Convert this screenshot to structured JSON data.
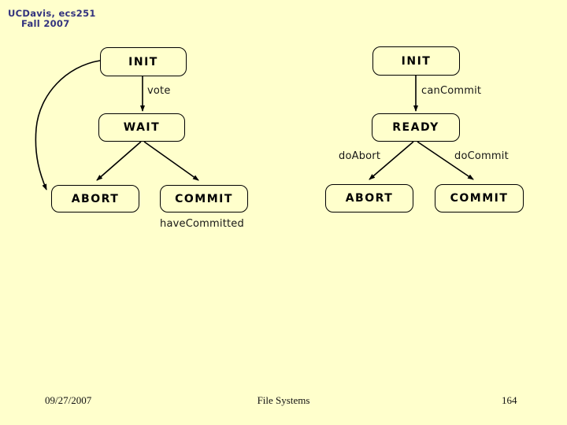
{
  "colors": {
    "background": "#FFFFCC",
    "header_text": "#32327E",
    "diagram_ink": "#000000"
  },
  "header": {
    "course": "UCDavis, ecs251",
    "term": "Fall 2007"
  },
  "left_diagram": {
    "init": "INIT",
    "wait": "WAIT",
    "abort": "ABORT",
    "commit": "COMMIT",
    "edge_vote": "vote",
    "edge_have_committed": "haveCommitted"
  },
  "right_diagram": {
    "init": "INIT",
    "ready": "READY",
    "abort": "ABORT",
    "commit": "COMMIT",
    "edge_can_commit": "canCommit",
    "edge_do_abort": "doAbort",
    "edge_do_commit": "doCommit"
  },
  "footer": {
    "date": "09/27/2007",
    "section": "File Systems",
    "page_number": "164"
  }
}
